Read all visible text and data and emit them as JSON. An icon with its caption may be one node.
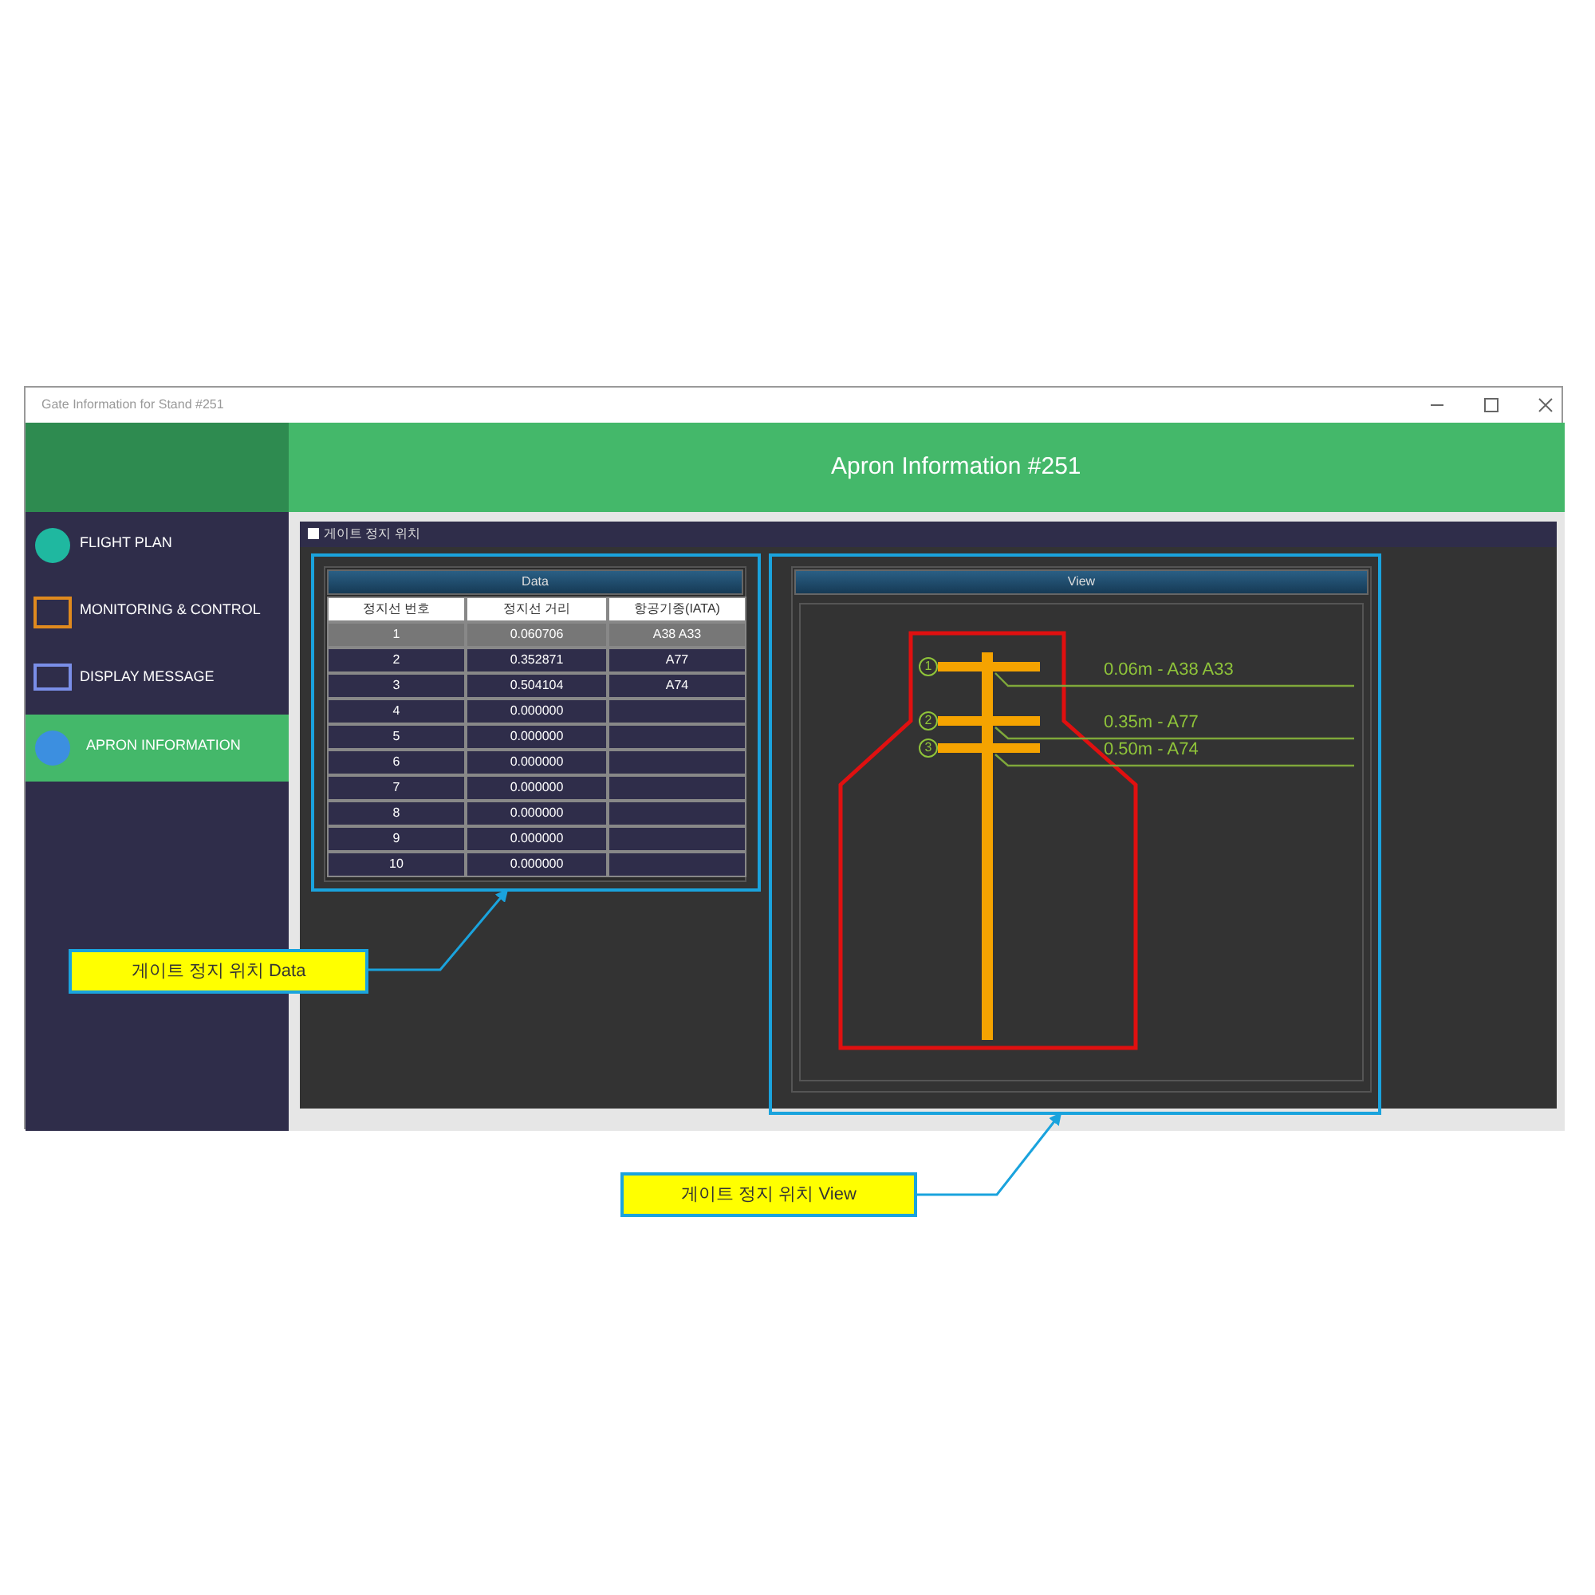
{
  "diagram": {
    "nodes": [
      {
        "text": [
          "Gate Information for Stand #251"
        ]
      },
      {
        "text": [],
        "shape": "box",
        "in": 0
      },
      {
        "text": [
          "Apron Information #251"
        ],
        "in": 0
      },
      {
        "text": [
          "FLIGHT PLAN"
        ],
        "in": 0
      },
      {
        "text": [
          "MONITORING & CONTROL"
        ],
        "in": 0
      },
      {
        "text": [
          "DISPLAY MESSAGE"
        ],
        "in": 0
      },
      {
        "text": [
          "APRON INFORMATION"
        ],
        "in": 0
      },
      {
        "text": [
          "게이트 정지 위치"
        ],
        "in": 0
      },
      {
        "text": [],
        "shape": "box",
        "in": 7
      },
      {
        "text": [
          "Data"
        ],
        "in": 8
      },
      {
        "text": [],
        "shape": "box",
        "in": 7
      },
      {
        "text": [
          "View"
        ],
        "in": 10
      },
      {
        "text": [
          "게이트 정지 위치 Data"
        ],
        "in": 0
      },
      {
        "text": [
          "게이트 정지 위치 View"
        ]
      }
    ],
    "edges": [
      {
        "from": 12,
        "to": 8,
        "arrow": "to"
      },
      {
        "from": 13,
        "to": 10,
        "arrow": "to"
      }
    ],
    "labels": [
      "정지선 번호",
      "정지선 거리",
      "항공기종(IATA)",
      "1",
      "0.060706",
      "A38 A33",
      "2",
      "0.352871",
      "A77",
      "3",
      "0.504104",
      "A74",
      "4",
      "0.000000",
      "5",
      "0.000000",
      "6",
      "0.000000",
      "7",
      "0.000000",
      "8",
      "0.000000",
      "9",
      "0.000000",
      "10",
      "0.000000",
      "1",
      "2",
      "3",
      "0.06m - A38 A33",
      "0.35m - A77",
      "0.50m - A74"
    ]
  }
}
